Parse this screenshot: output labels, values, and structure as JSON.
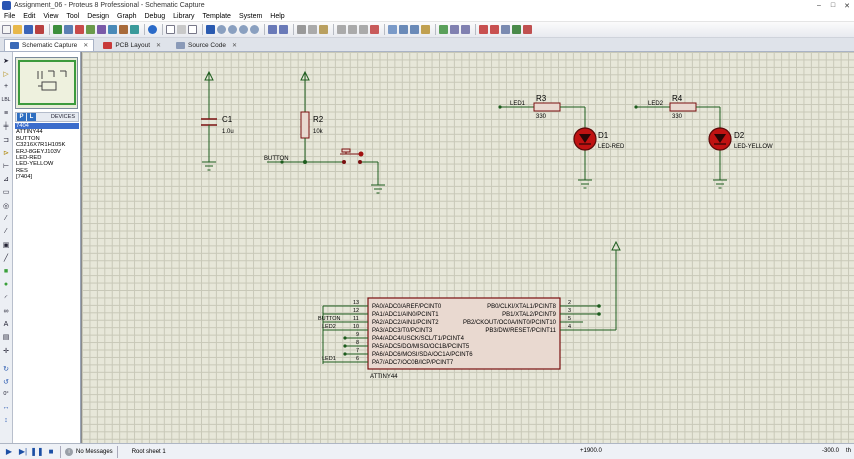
{
  "window": {
    "title": "Assignment_06 - Proteus 8 Professional - Schematic Capture",
    "controls": [
      "–",
      "□",
      "✕"
    ]
  },
  "menu": [
    "File",
    "Edit",
    "View",
    "Tool",
    "Design",
    "Graph",
    "Debug",
    "Library",
    "Template",
    "System",
    "Help"
  ],
  "tabs": [
    {
      "label": "Schematic Capture",
      "active": true,
      "close": "✕"
    },
    {
      "label": "PCB Layout",
      "active": false,
      "close": "✕"
    },
    {
      "label": "Source Code",
      "active": false,
      "close": "✕"
    }
  ],
  "panel": {
    "pick_button": "P",
    "lib_button": "L",
    "devices_label": "DEVICES",
    "devices": [
      "7404",
      "ATTINY44",
      "BUTTON",
      "C3216X7R1H105K",
      "ERJ-8GEYJ103V",
      "LED-RED",
      "LED-YELLOW",
      "RES",
      "[7404]"
    ],
    "selected_index": 0
  },
  "left_toolbar": {
    "rotation_angle": "0°"
  },
  "schematic": {
    "c1": {
      "ref": "C1",
      "value": "1.0u"
    },
    "r2": {
      "ref": "R2",
      "value": "10k"
    },
    "button_net": "BUTTON",
    "r3": {
      "ref": "R3",
      "value": "330",
      "net": "LED1"
    },
    "r4": {
      "ref": "R4",
      "value": "330",
      "net": "LED2"
    },
    "d1": {
      "ref": "D1",
      "value": "LED-RED"
    },
    "d2": {
      "ref": "D2",
      "value": "LED-YELLOW"
    },
    "u1": {
      "name": "ATTINY44",
      "left_pins": [
        {
          "num": "13",
          "label": "PA0/ADC0/AREF/PCINT0",
          "net": ""
        },
        {
          "num": "12",
          "label": "PA1/ADC1/AIN0/PCINT1",
          "net": ""
        },
        {
          "num": "11",
          "label": "PA2/ADC2/AIN1/PCINT2",
          "net": "BUTTON"
        },
        {
          "num": "10",
          "label": "PA3/ADC3/T0/PCINT3",
          "net": "LED2"
        },
        {
          "num": "9",
          "label": "PA4/ADC4/USCK/SCL/T1/PCINT4",
          "net": ""
        },
        {
          "num": "8",
          "label": "PA5/ADC5/DO/MISO/OC1B/PCINT5",
          "net": ""
        },
        {
          "num": "7",
          "label": "PA6/ADC6/MOSI/SDA/OC1A/PCINT6",
          "net": ""
        },
        {
          "num": "6",
          "label": "PA7/ADC7/OC0B/ICP/PCINT7",
          "net": "LED1"
        }
      ],
      "right_pins": [
        {
          "num": "2",
          "label": "PB0/CLKI/XTAL1/PCINT8"
        },
        {
          "num": "3",
          "label": "PB1/XTAL2/PCINT9"
        },
        {
          "num": "5",
          "label": "PB2/CKOUT/OC0A/INT0/PCINT10"
        },
        {
          "num": "4",
          "label": "PB3/DW/RESET/PCINT11"
        }
      ]
    }
  },
  "status": {
    "messages": "No Messages",
    "message_icon": "i",
    "sheet": "Root sheet 1",
    "x": "+1900.0",
    "y": "-300.0",
    "unit": "th"
  }
}
